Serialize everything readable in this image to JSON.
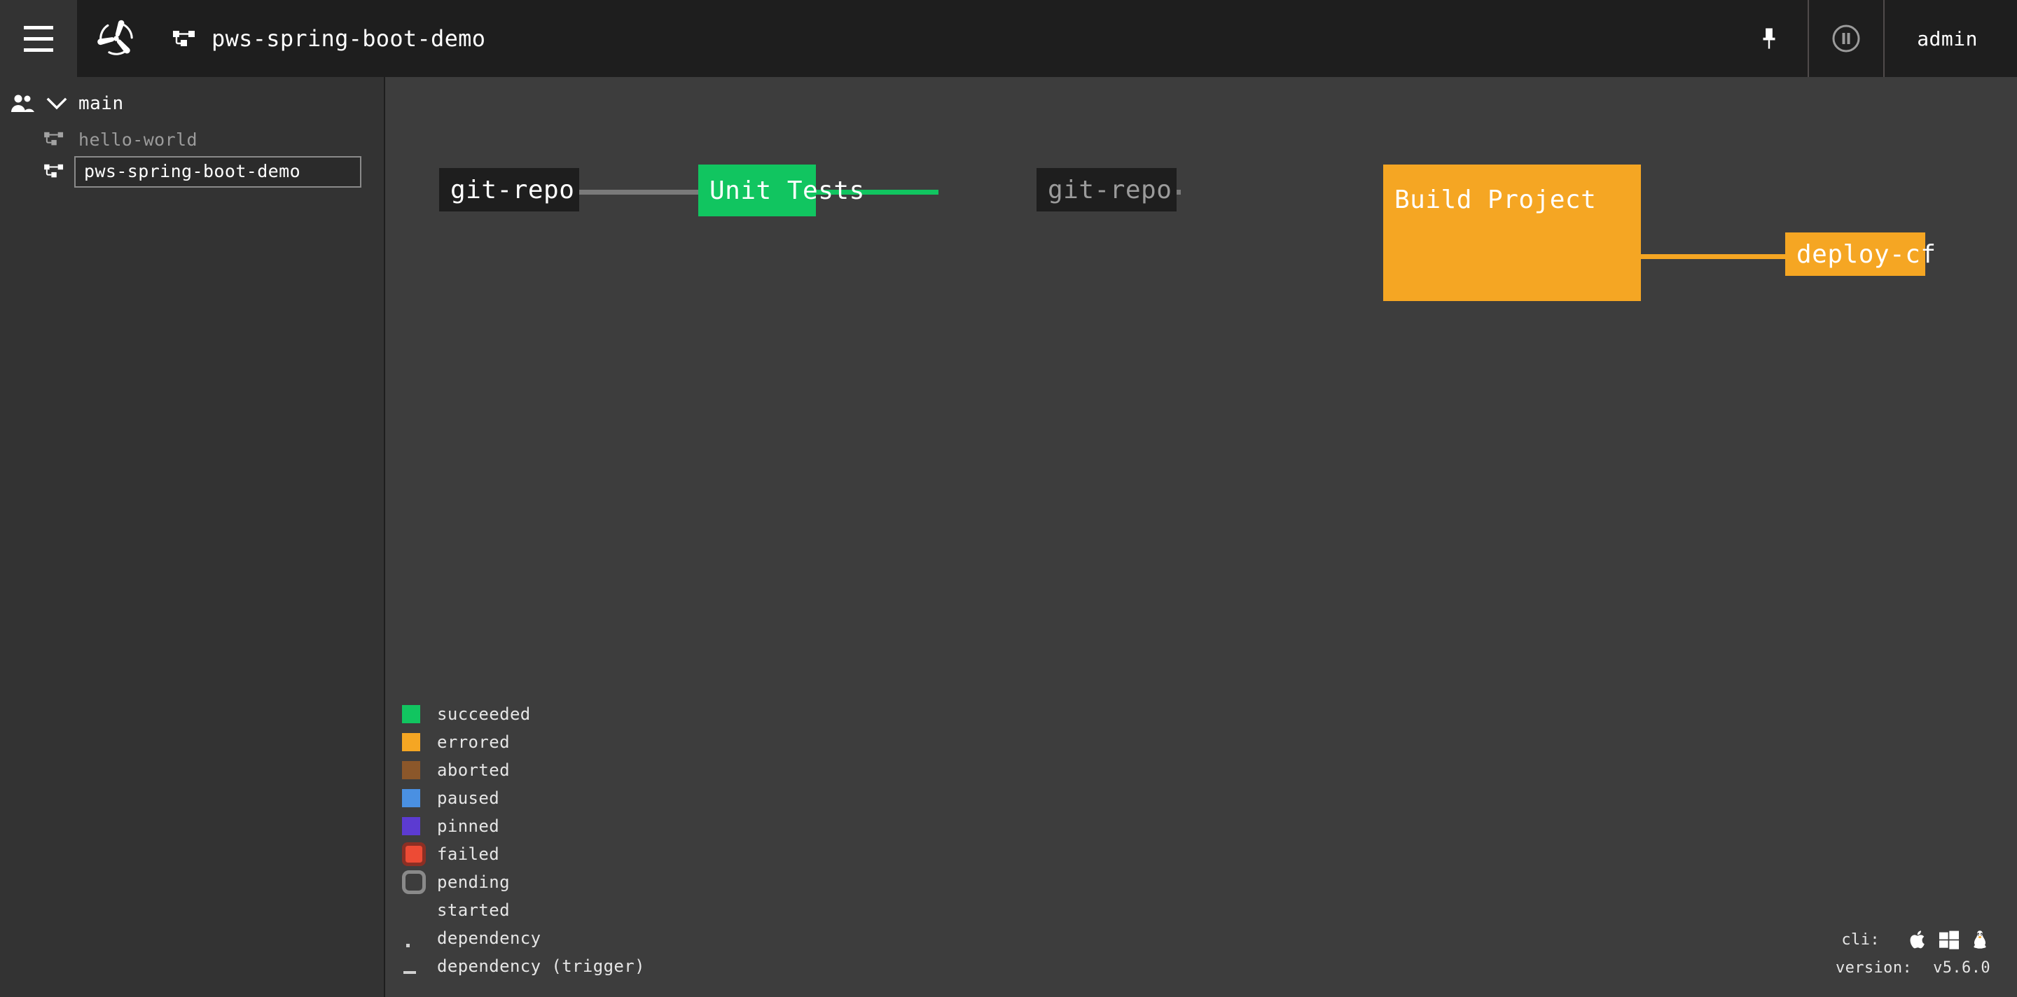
{
  "top_bar": {
    "menu_icon": "hamburger-icon",
    "logo_icon": "concourse-logo-icon",
    "pipeline_icon": "pipeline-icon",
    "title": "pws-spring-boot-demo",
    "pin_icon": "pin-icon",
    "pause_icon": "pause-circle-icon",
    "user": "admin"
  },
  "sidebar": {
    "team": {
      "icon": "people-icon",
      "chevron": "chevron-down-icon",
      "name": "main"
    },
    "pipelines": [
      {
        "name": "hello-world",
        "icon": "pipeline-icon",
        "selected": false
      },
      {
        "name": "pws-spring-boot-demo",
        "icon": "pipeline-icon",
        "selected": true
      }
    ]
  },
  "graph": {
    "nodes": [
      {
        "id": "git-repo-1",
        "label": "git-repo",
        "kind": "resource",
        "status": "normal",
        "color": "#1e1e1e"
      },
      {
        "id": "unit-tests",
        "label": "Unit Tests",
        "kind": "job",
        "status": "succeeded",
        "color": "#11c560"
      },
      {
        "id": "git-repo-2",
        "label": "git-repo",
        "kind": "resource",
        "status": "dim",
        "color": "#1e1e1e"
      },
      {
        "id": "build-project",
        "label": "Build Project",
        "kind": "job",
        "status": "errored",
        "color": "#f5a623"
      },
      {
        "id": "deploy-cf",
        "label": "deploy-cf",
        "kind": "resource",
        "status": "errored",
        "color": "#f5a623"
      }
    ],
    "edges": [
      {
        "from": "git-repo-1",
        "to": "unit-tests",
        "color": "#7a7a7a"
      },
      {
        "from": "unit-tests",
        "to": "git-repo-2",
        "color": "#11c560"
      },
      {
        "from": "git-repo-2",
        "to": "build-project",
        "color": "#7a7a7a"
      },
      {
        "from": "build-project",
        "to": "deploy-cf",
        "color": "#f5a623"
      }
    ]
  },
  "legend": [
    {
      "label": "succeeded",
      "swatch": "solid",
      "color": "#11c560"
    },
    {
      "label": "errored",
      "swatch": "solid",
      "color": "#f5a623"
    },
    {
      "label": "aborted",
      "swatch": "solid",
      "color": "#8b572a"
    },
    {
      "label": "paused",
      "swatch": "solid",
      "color": "#4a90e2"
    },
    {
      "label": "pinned",
      "swatch": "solid",
      "color": "#5c3bd1"
    },
    {
      "label": "failed",
      "swatch": "outline-failed",
      "color": "#ed4b35"
    },
    {
      "label": "pending",
      "swatch": "outline-pending",
      "color": "#8a8a8a"
    },
    {
      "label": "started",
      "swatch": "blank",
      "color": ""
    },
    {
      "label": "dependency",
      "swatch": "dot",
      "color": "#d0d0d0"
    },
    {
      "label": "dependency (trigger)",
      "swatch": "dash",
      "color": "#d0d0d0"
    }
  ],
  "footer": {
    "cli_label": "cli:",
    "os_icons": [
      "apple-icon",
      "windows-icon",
      "linux-icon"
    ],
    "version_label": "version:",
    "version_value": "v5.6.0"
  }
}
